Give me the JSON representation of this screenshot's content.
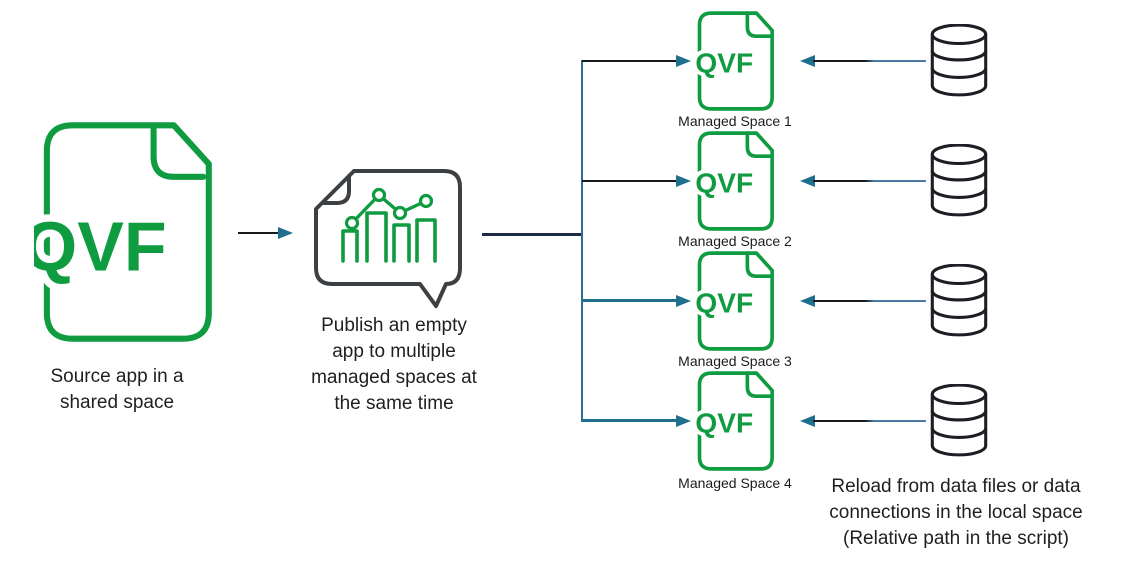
{
  "colors": {
    "qvf_green": "#0f9b40",
    "arrow_teal": "#1f6f8e",
    "connector_navy": "#1c2a44",
    "connector_black": "#16191d",
    "connector_steel": "#4a7ba6",
    "bubble_stroke": "#3c4043",
    "database_stroke": "#1b1e22",
    "text": "#1f1f1f"
  },
  "icons": {
    "file": "qvf-file-icon",
    "chart_bubble": "bar-chart-speech-bubble-icon",
    "database": "database-cylinder-icon",
    "arrow": "flow-arrow"
  },
  "source": {
    "file_label": "QVF",
    "caption": "Source app in a\nshared space"
  },
  "publish": {
    "caption": "Publish an empty\napp to multiple\nmanaged spaces at\nthe same time"
  },
  "managed_spaces": [
    {
      "file_label": "QVF",
      "caption": "Managed Space 1"
    },
    {
      "file_label": "QVF",
      "caption": "Managed Space 2"
    },
    {
      "file_label": "QVF",
      "caption": "Managed Space 3"
    },
    {
      "file_label": "QVF",
      "caption": "Managed Space 4"
    }
  ],
  "reload": {
    "caption": "Reload from data files or data\nconnections in the local space\n(Relative path in the script)"
  }
}
